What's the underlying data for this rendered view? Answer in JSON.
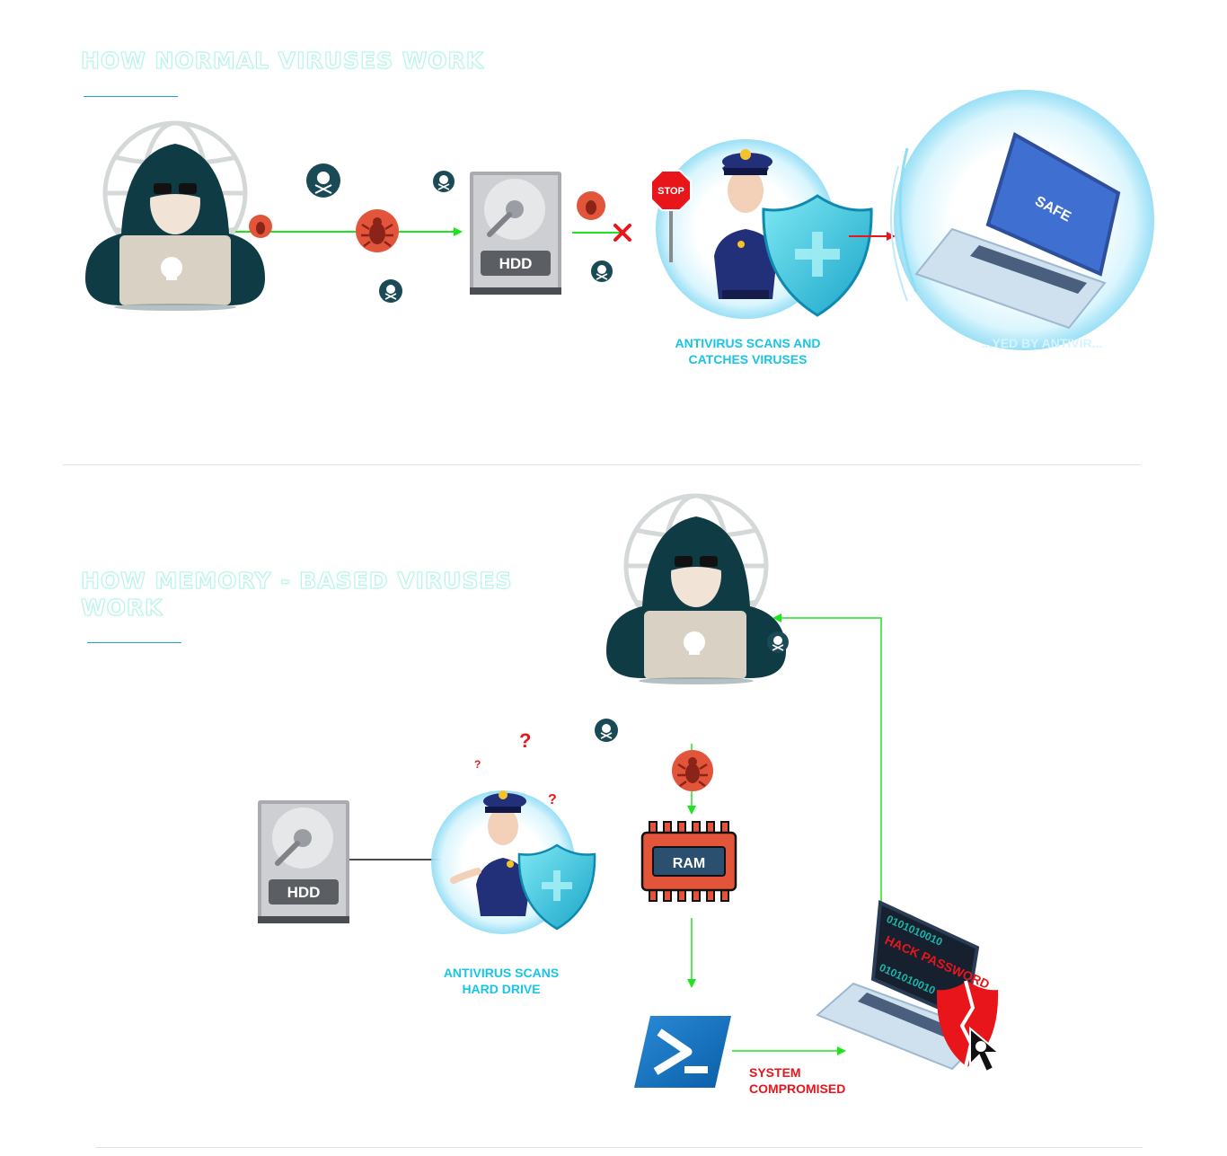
{
  "section_normal": {
    "title": "HOW NORMAL VIRUSES WORK",
    "hdd_label": "HDD",
    "stop_sign": "STOP",
    "caption": "ANTIVIRUS SCANS AND\nCATCHES VIRUSES",
    "laptop_screen": "SAFE",
    "laptop_caption_partial": "...YED BY ANTIVIR..."
  },
  "section_memory": {
    "title": "HOW MEMORY - BASED VIRUSES\nWORK",
    "hdd_label": "HDD",
    "ram_label": "RAM",
    "caption": "ANTIVIRUS SCANS\nHARD DRIVE",
    "compromised_caption": "SYSTEM\nCOMPROMISED",
    "laptop_screen_text": "HACK PASSWORD",
    "laptop_binary": "0101010010",
    "question_mark": "?"
  },
  "colors": {
    "title_glow": "#b5f2e8",
    "accent_cyan": "#18c5e6",
    "arrow_green": "#1ee41e",
    "arrow_red": "#e8161b",
    "hacker_dark": "#0f3b45",
    "virus_red": "#e2553a",
    "skull_badge": "#194a55"
  },
  "icons": [
    "hacker-icon",
    "globe-icon",
    "virus-bug-icon",
    "skull-badge-icon",
    "hdd-icon",
    "police-officer-icon",
    "shield-icon",
    "stop-sign-icon",
    "laptop-icon",
    "ram-chip-icon",
    "powershell-icon",
    "cursor-icon"
  ]
}
